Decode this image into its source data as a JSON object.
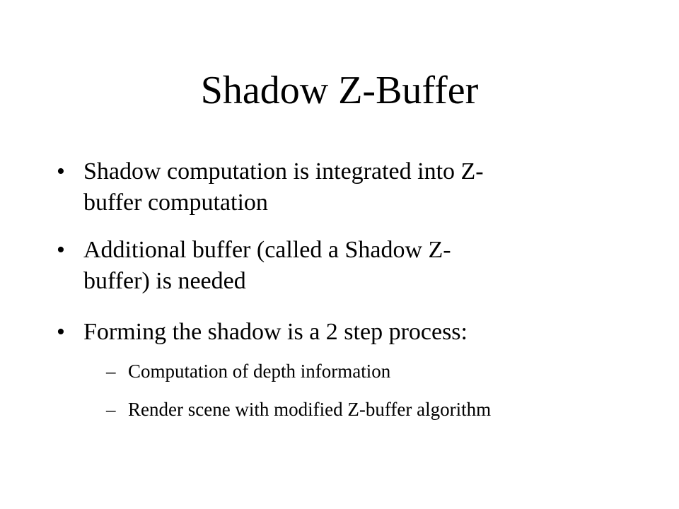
{
  "slide": {
    "title": "Shadow Z-Buffer",
    "bullet_symbol": "•",
    "sub_bullet_symbol": "–",
    "bullets": [
      {
        "lines": [
          "Shadow computation is integrated into Z-",
          "buffer computation"
        ]
      },
      {
        "lines": [
          "Additional buffer (called a Shadow Z-",
          "buffer) is needed"
        ]
      },
      {
        "lines": [
          "Forming the shadow is a 2 step process:"
        ],
        "sub_bullets": [
          "Computation of depth information",
          "Render scene with modified Z-buffer algorithm"
        ]
      }
    ]
  }
}
